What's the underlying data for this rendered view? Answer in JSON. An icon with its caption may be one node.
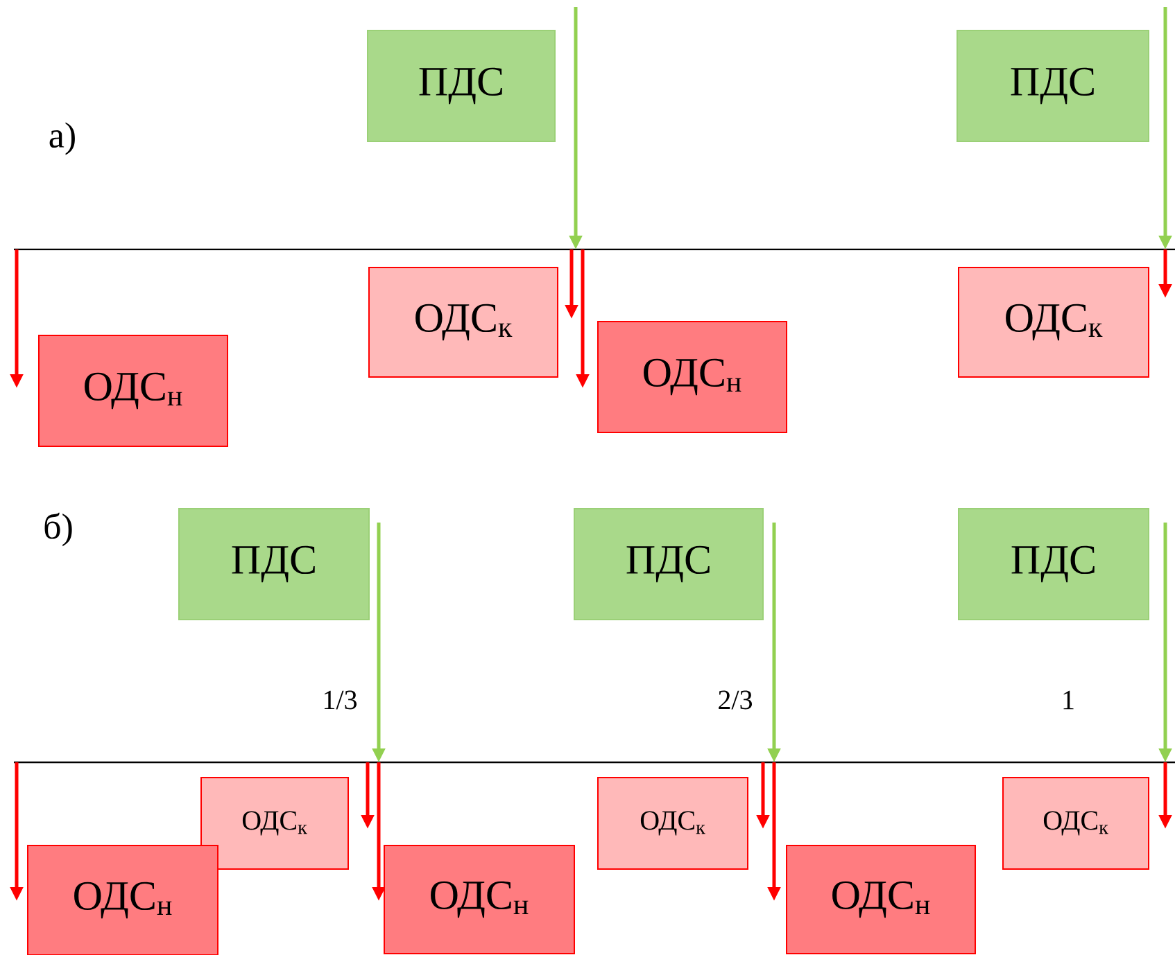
{
  "diagram": {
    "nodes": [
      {
        "text": [
          "ПДС"
        ]
      },
      {
        "text": [
          "ПДС"
        ]
      },
      {
        "text": [
          "ОДС$_{к}$"
        ]
      },
      {
        "text": [
          "ОДС$_{к}$"
        ]
      },
      {
        "text": [
          "ОДС$_{н}$"
        ]
      },
      {
        "text": [
          "ОДС$_{н}$"
        ]
      },
      {
        "text": [
          "ПДС"
        ]
      },
      {
        "text": [
          "ПДС"
        ]
      },
      {
        "text": [
          "ПДС"
        ]
      },
      {
        "text": [
          "ОДС$_{к}$"
        ]
      },
      {
        "text": [
          "ОДС$_{к}$"
        ]
      },
      {
        "text": [
          "ОДС$_{к}$"
        ]
      },
      {
        "text": [
          "ОДС$_{н}$"
        ]
      },
      {
        "text": [
          "ОДС$_{н}$"
        ]
      },
      {
        "text": [
          "ОДС$_{н}$"
        ]
      }
    ],
    "labels": [
      "а)",
      "б)",
      "1/3",
      "2/3",
      "1"
    ]
  }
}
